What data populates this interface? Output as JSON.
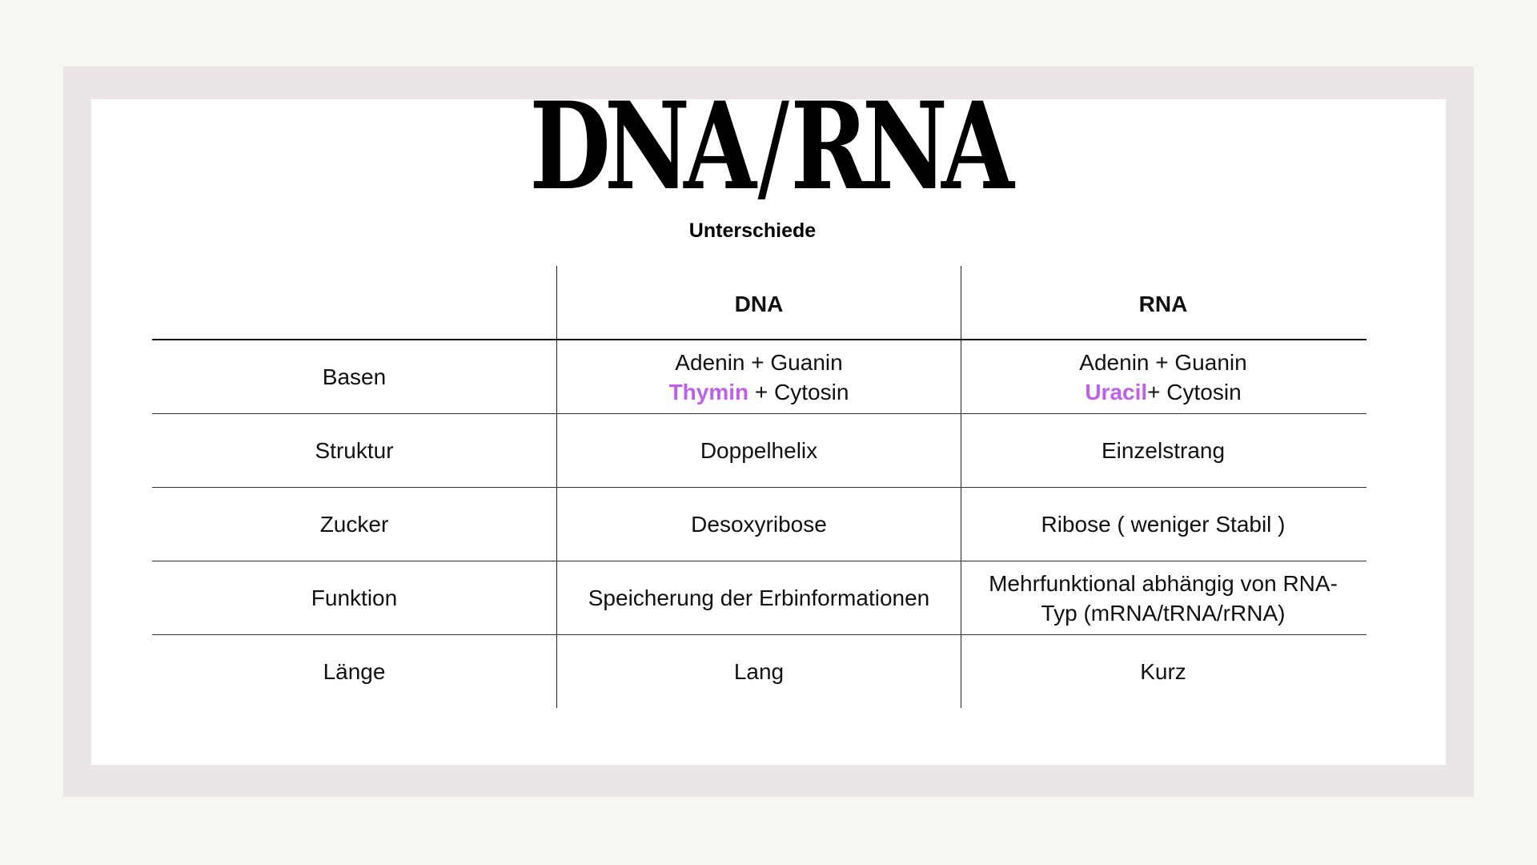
{
  "title": {
    "left": "DNA",
    "separator": "/",
    "right": "RNA"
  },
  "subtitle": "Unterschiede",
  "colors": {
    "page_background": "#f6f6f2",
    "frame": "#ebe6e5",
    "slide": "#ffffff",
    "text": "#000000",
    "accent_purple": "#c060ea"
  },
  "table": {
    "headers": [
      "",
      "DNA",
      "RNA"
    ],
    "rows": [
      {
        "label": "Basen",
        "dna": {
          "line1": "Adenin + Guanin",
          "line2_accent": "Thymin",
          "line2_rest": " + Cytosin"
        },
        "rna": {
          "line1": "Adenin + Guanin",
          "line2_accent": "Uracil",
          "line2_rest": "+ Cytosin"
        }
      },
      {
        "label": "Struktur",
        "dna": "Doppelhelix",
        "rna": "Einzelstrang"
      },
      {
        "label": "Zucker",
        "dna": "Desoxyribose",
        "rna": "Ribose ( weniger Stabil )"
      },
      {
        "label": "Funktion",
        "dna": "Speicherung der Erbinformationen",
        "rna": {
          "line1": "Mehrfunktional abhängig von RNA-",
          "line2": "Typ (mRNA/tRNA/rRNA)"
        }
      },
      {
        "label": "Länge",
        "dna": "Lang",
        "rna": "Kurz"
      }
    ]
  }
}
